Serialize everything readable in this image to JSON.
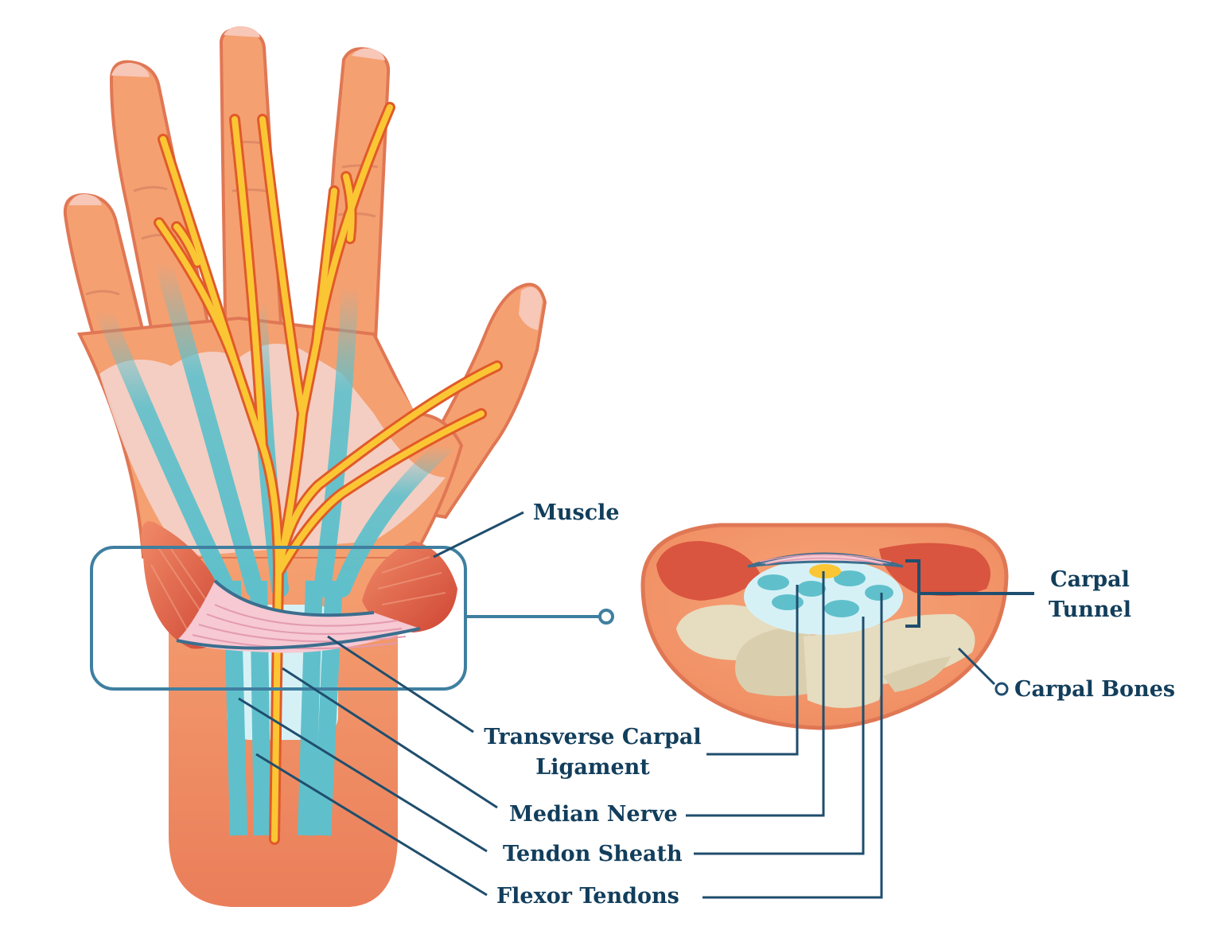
{
  "colors": {
    "skin": "#F5A071",
    "skin_dark": "#E37A55",
    "skin_outline": "#D9694A",
    "nail": "#F7C7B8",
    "tendon": "#5FC0CB",
    "sheath": "#D6F1F6",
    "nerve": "#FBC634",
    "nerve_outline": "#E05A2A",
    "ligament": "#F6C9D3",
    "ligament_line": "#E39AAF",
    "muscle": "#D9553F",
    "bone": "#E6DCBF",
    "bone_shadow": "#D9CFAE",
    "leader": "#1F4E6E",
    "callout": "#3F7FA0",
    "label": "#123E5C"
  },
  "labels": {
    "muscle": "Muscle",
    "carpal_tunnel": [
      "Carpal",
      "Tunnel"
    ],
    "carpal_bones": "Carpal Bones",
    "transverse_carpal_ligament": [
      "Transverse Carpal",
      "Ligament"
    ],
    "median_nerve": "Median Nerve",
    "tendon_sheath": "Tendon Sheath",
    "flexor_tendons": "Flexor Tendons"
  }
}
